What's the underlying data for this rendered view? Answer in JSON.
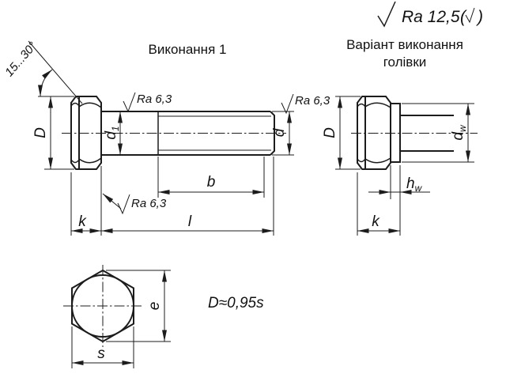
{
  "roughness": {
    "general": "Ra 12,5",
    "paren_open": "(",
    "paren_close": ")",
    "local": "Ra 6,3"
  },
  "titles": {
    "main_view": "Виконання 1",
    "variant_view_line1": "Варіант виконання",
    "variant_view_line2": "голівки"
  },
  "dimensions": {
    "D": "D",
    "d1_base": "d",
    "d1_sub": "1",
    "d": "d",
    "b": "b",
    "l": "l",
    "k": "k",
    "dw_base": "d",
    "dw_sub": "w",
    "hw_base": "h",
    "hw_sub": "w",
    "e": "e",
    "s": "s"
  },
  "notes": {
    "chamfer_angle": "15...30°",
    "head_diameter_note": "D≈0,95s"
  }
}
